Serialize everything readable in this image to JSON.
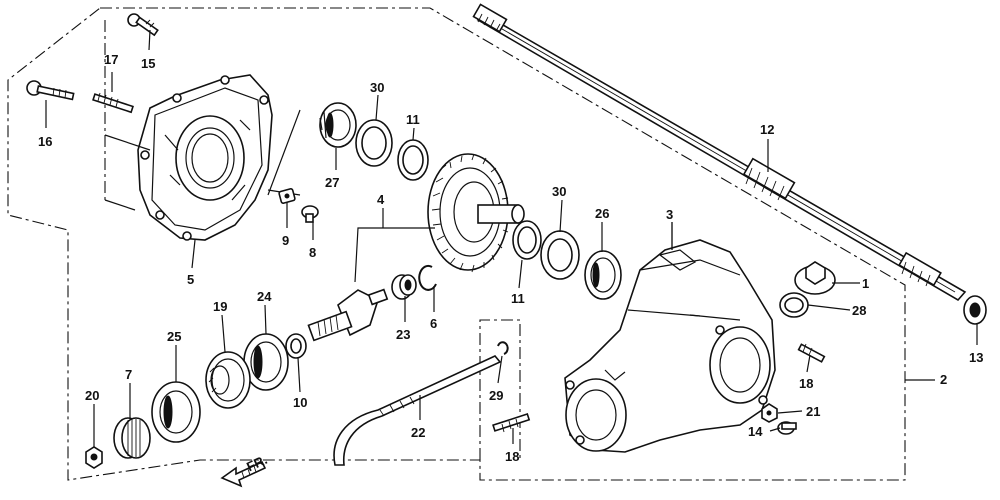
{
  "diagram": {
    "direction_label": "FR.",
    "callouts": [
      {
        "id": "p1",
        "text": "1"
      },
      {
        "id": "p2",
        "text": "2"
      },
      {
        "id": "p3",
        "text": "3"
      },
      {
        "id": "p4",
        "text": "4"
      },
      {
        "id": "p5",
        "text": "5"
      },
      {
        "id": "p6",
        "text": "6"
      },
      {
        "id": "p7",
        "text": "7"
      },
      {
        "id": "p8",
        "text": "8"
      },
      {
        "id": "p9",
        "text": "9"
      },
      {
        "id": "p10",
        "text": "10"
      },
      {
        "id": "p11a",
        "text": "11"
      },
      {
        "id": "p11b",
        "text": "11"
      },
      {
        "id": "p12",
        "text": "12"
      },
      {
        "id": "p13",
        "text": "13"
      },
      {
        "id": "p14",
        "text": "14"
      },
      {
        "id": "p15",
        "text": "15"
      },
      {
        "id": "p16",
        "text": "16"
      },
      {
        "id": "p17",
        "text": "17"
      },
      {
        "id": "p18a",
        "text": "18"
      },
      {
        "id": "p18b",
        "text": "18"
      },
      {
        "id": "p19",
        "text": "19"
      },
      {
        "id": "p20",
        "text": "20"
      },
      {
        "id": "p21",
        "text": "21"
      },
      {
        "id": "p22",
        "text": "22"
      },
      {
        "id": "p23",
        "text": "23"
      },
      {
        "id": "p24",
        "text": "24"
      },
      {
        "id": "p25",
        "text": "25"
      },
      {
        "id": "p26",
        "text": "26"
      },
      {
        "id": "p27",
        "text": "27"
      },
      {
        "id": "p28",
        "text": "28"
      },
      {
        "id": "p29",
        "text": "29"
      },
      {
        "id": "p30a",
        "text": "30"
      },
      {
        "id": "p30b",
        "text": "30"
      }
    ]
  }
}
